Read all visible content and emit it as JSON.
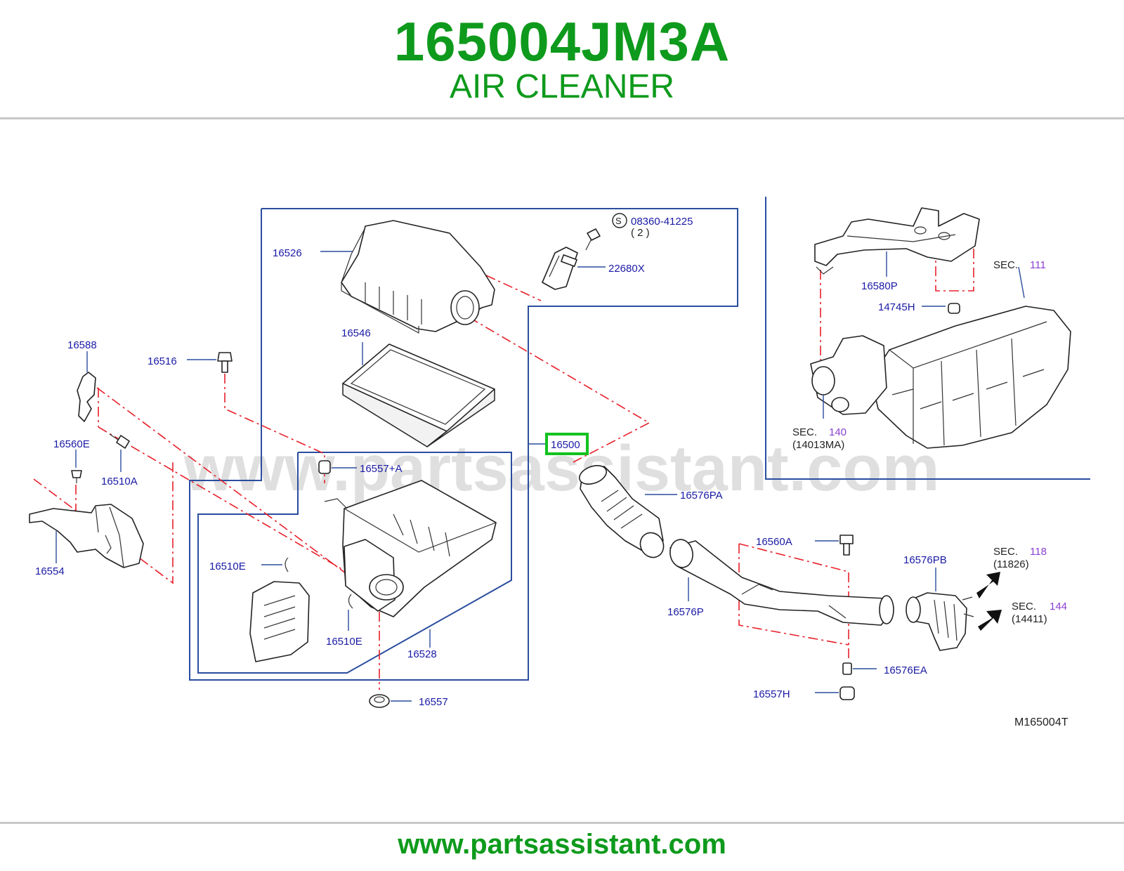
{
  "header": {
    "part_number": "165004JM3A",
    "title": "AIR CLEANER"
  },
  "labels": {
    "p16526": "16526",
    "p08360": "08360-41225",
    "p08360_qty": "( 2 )",
    "s_mark": "S",
    "p22680X": "22680X",
    "p16546": "16546",
    "p16588": "16588",
    "p16516": "16516",
    "p16560E": "16560E",
    "p16510A": "16510A",
    "p16554": "16554",
    "p16500": "16500",
    "p16557A": "16557+A",
    "p16510E_1": "16510E",
    "p16510E_2": "16510E",
    "p16528": "16528",
    "p16557": "16557",
    "p16576PA": "16576PA",
    "p16560A": "16560A",
    "p16576PB": "16576PB",
    "p16576P": "16576P",
    "p16576EA": "16576EA",
    "p16557H": "16557H",
    "p16580P": "16580P",
    "p14745H": "14745H",
    "sec_word": "SEC.",
    "sec111": "111",
    "sec140": "140",
    "sec140_ref": "(14013MA)",
    "sec118": "118",
    "sec118_ref": "(11826)",
    "sec144": "144",
    "sec144_ref": "(14411)",
    "diagram_code": "M165004T"
  },
  "highlight": {
    "part": "16500",
    "color": "#12c21f"
  },
  "watermark": "www.partsassistant.com",
  "footer": {
    "url": "www.partsassistant.com"
  },
  "colors": {
    "brand_green": "#0e9a1c",
    "label_blue": "#1a1aa6",
    "section_purple": "#8a3fd1",
    "dash_red": "#e8202a",
    "frame_blue": "#2a4d9e"
  }
}
